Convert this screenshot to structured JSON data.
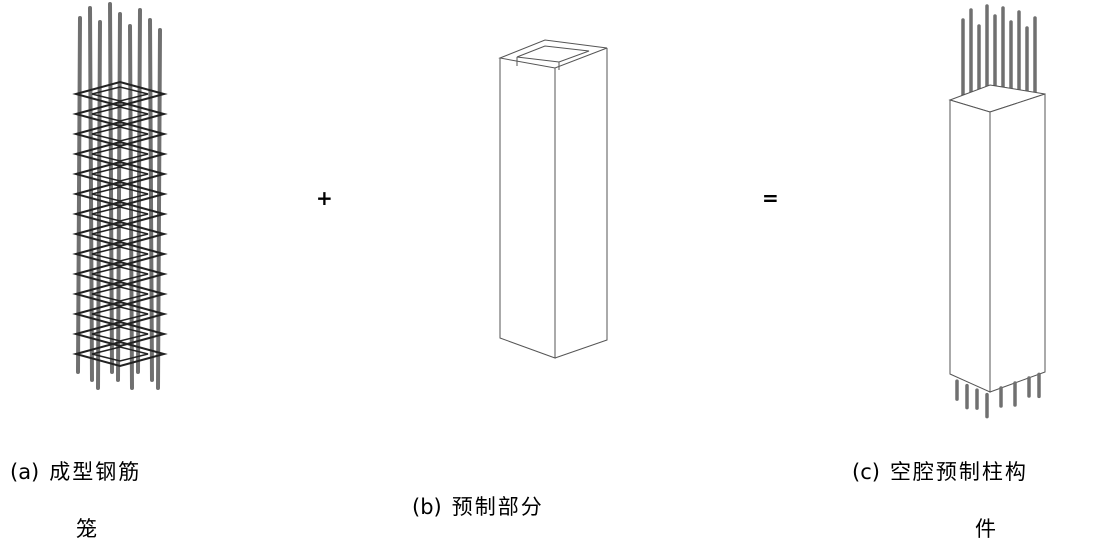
{
  "operators": {
    "plus": "+",
    "equals": "="
  },
  "captions": {
    "a": {
      "label": "(a)",
      "line1": "成型钢筋",
      "line2": "笼"
    },
    "b": {
      "label": "(b)",
      "line1": "预制部分"
    },
    "c": {
      "label": "(c)",
      "line1": "空腔预制柱构",
      "line2": "件"
    }
  },
  "colors": {
    "rebar": "#707070",
    "stirrup": "#222222",
    "outline": "#555555"
  }
}
